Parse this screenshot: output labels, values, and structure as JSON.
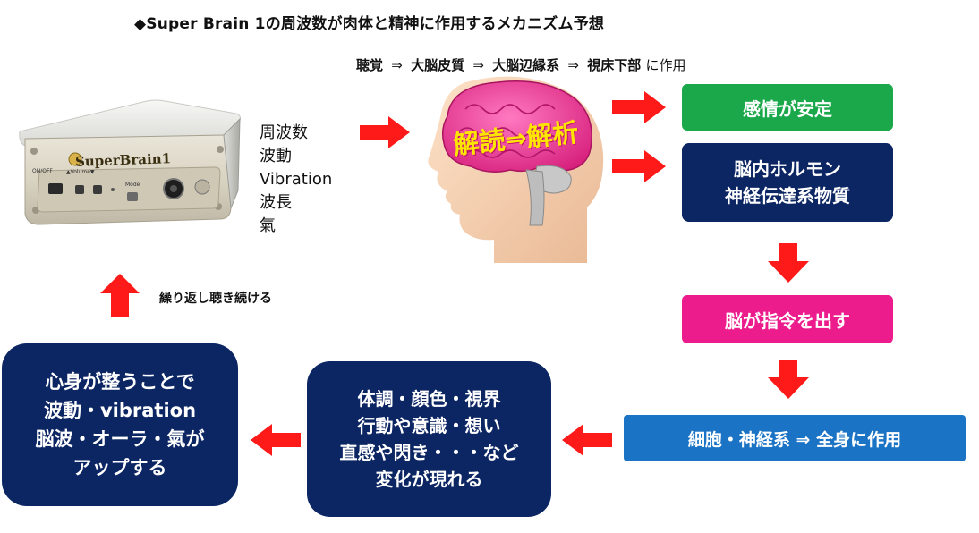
{
  "title": "◆Super Brain 1の周波数が肉体と精神に作用するメカニズム予想",
  "pathway": {
    "step1": "聴覚",
    "arrow": "⇒",
    "step2": "大脳皮質",
    "step3": "大脳辺縁系",
    "step4": "視床下部",
    "suffix": "に作用"
  },
  "device": {
    "brand": "SuperBrain1",
    "labels": {
      "onoff": "ON/OFF",
      "volume": "▲Volume▼",
      "mode": "Mode"
    }
  },
  "frequency_terms": [
    "周波数",
    "波動",
    "Vibration",
    "波長",
    "氣"
  ],
  "brain_label": "解読⇒解析",
  "boxes": {
    "emotion": "感情が安定",
    "hormone_line1": "脳内ホルモン",
    "hormone_line2": "神経伝達系物質",
    "command": "脳が指令を出す",
    "cells": "細胞・神経系 ⇒ 全身に作用",
    "changes": [
      "体調・顔色・視界",
      "行動や意識・想い",
      "直感や閃き・・・など",
      "変化が現れる"
    ],
    "result": [
      "心身が整うことで",
      "波動・vibration",
      "脳波・オーラ・氣が",
      "アップする"
    ]
  },
  "loop_label": "繰り返し聴き続ける",
  "colors": {
    "arrow_red": "#ff1a1a",
    "green": "#1aa84a",
    "navy": "#0c2563",
    "pink": "#ec1c8c",
    "blue": "#1a73c4",
    "brain": "#f0489c",
    "brain_text": "#ffe600"
  }
}
